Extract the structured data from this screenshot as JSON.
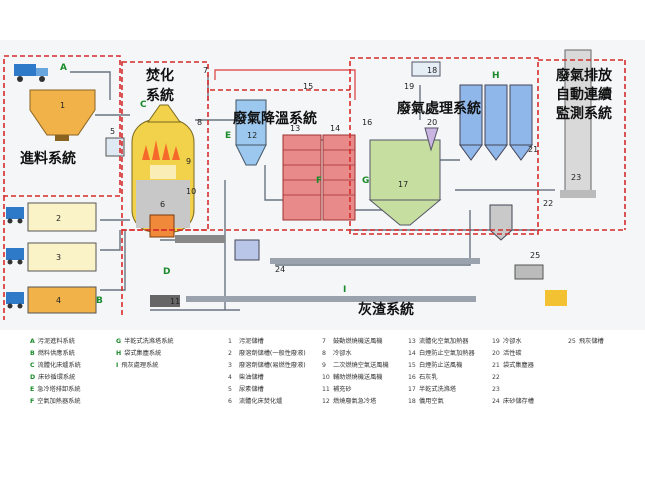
{
  "systems": {
    "feed": "進料系統",
    "gasify_1": "焚化",
    "gasify_2": "系統",
    "cooling": "廢氣降溫系統",
    "treatment": "廢氣處理系統",
    "monitor_1": "廢氣排放",
    "monitor_2": "自動連續",
    "monitor_3": "監測系統",
    "ash": "灰渣系統"
  },
  "letters": [
    "A",
    "B",
    "C",
    "D",
    "E",
    "F",
    "G",
    "H",
    "I"
  ],
  "numbers": [
    "1",
    "2",
    "3",
    "4",
    "5",
    "6",
    "7",
    "8",
    "9",
    "10",
    "11",
    "12",
    "13",
    "14",
    "15",
    "16",
    "17",
    "18",
    "19",
    "20",
    "21",
    "22",
    "23",
    "24",
    "25"
  ],
  "legend_systems": [
    {
      "letter": "A",
      "label": "污泥進料系統"
    },
    {
      "letter": "B",
      "label": "燃料供應系統"
    },
    {
      "letter": "C",
      "label": "流體化床爐系統"
    },
    {
      "letter": "D",
      "label": "床砂循環系統"
    },
    {
      "letter": "E",
      "label": "急冷塔排卸系統"
    },
    {
      "letter": "F",
      "label": "空氣加熱器系統"
    },
    {
      "letter": "G",
      "label": "半乾式洗滌塔系統"
    },
    {
      "letter": "H",
      "label": "袋式集塵系統"
    },
    {
      "letter": "I",
      "label": "飛灰處理系統"
    }
  ],
  "legend_items": [
    {
      "n": "1",
      "label": "污泥儲槽"
    },
    {
      "n": "2",
      "label": "廢溶劑儲槽(一般性廢液)"
    },
    {
      "n": "3",
      "label": "廢溶劑儲槽(易燃性廢液)"
    },
    {
      "n": "4",
      "label": "柴油儲槽"
    },
    {
      "n": "5",
      "label": "尿素儲槽"
    },
    {
      "n": "6",
      "label": "流體化床焚化爐"
    },
    {
      "n": "7",
      "label": "鼓動燃燒機送風機"
    },
    {
      "n": "8",
      "label": "冷卻水"
    },
    {
      "n": "9",
      "label": "二次燃燒空氣送風機"
    },
    {
      "n": "10",
      "label": "輔助燃燒機送風機"
    },
    {
      "n": "11",
      "label": "補充砂"
    },
    {
      "n": "12",
      "label": "燃燒廢氣急冷塔"
    },
    {
      "n": "13",
      "label": "流體化空氣加熱器"
    },
    {
      "n": "14",
      "label": "白煙防止空氣加熱器"
    },
    {
      "n": "15",
      "label": "白煙防止送風機"
    },
    {
      "n": "16",
      "label": "石灰乳"
    },
    {
      "n": "17",
      "label": "半乾式洗滌塔"
    },
    {
      "n": "18",
      "label": "儀用空氣"
    },
    {
      "n": "19",
      "label": "冷卻水"
    },
    {
      "n": "20",
      "label": "活性碳"
    },
    {
      "n": "21",
      "label": "袋式集塵器"
    },
    {
      "n": "22",
      "label": ""
    },
    {
      "n": "23",
      "label": ""
    },
    {
      "n": "24",
      "label": "床砂儲存槽"
    },
    {
      "n": "25",
      "label": "飛灰儲槽"
    }
  ]
}
